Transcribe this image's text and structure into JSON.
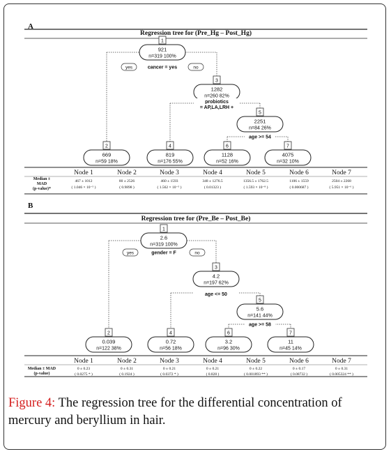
{
  "panels": [
    {
      "letter": "A",
      "title": "Regression tree for (Pre_Hg – Post_Hg)",
      "root": {
        "id": "1",
        "value": "921",
        "stats": "n=319  100%"
      },
      "yes_label": "yes",
      "no_label": "no",
      "split_root": "cancer = yes",
      "internal_3": {
        "id": "3",
        "value": "1282",
        "stats": "n=260  82%"
      },
      "split_3": "probiotics\n= AP,LA,LRH +",
      "internal_5": {
        "id": "5",
        "value": "2251",
        "stats": "n=84  26%"
      },
      "split_5": "age >= 54",
      "leaves": [
        {
          "id": "2",
          "value": "669",
          "stats": "n=59  18%"
        },
        {
          "id": "4",
          "value": "819",
          "stats": "n=176  55%"
        },
        {
          "id": "6",
          "value": "1128",
          "stats": "n=52  16%"
        },
        {
          "id": "7",
          "value": "4075",
          "stats": "n=32  10%"
        }
      ],
      "table": {
        "row_label_1": "Median ±",
        "row_label_2": "MAD",
        "row_label_3": "(p-value)*",
        "nodes": [
          "Node 1",
          "Node 2",
          "Node 3",
          "Node 4",
          "Node 5",
          "Node 6",
          "Node 7"
        ],
        "median": [
          "467 ± 1012",
          "80 ± 2526",
          "460 ± 1593",
          "348 ± 1276.5",
          "1356.5 ± 1762.5",
          "1106 ± 1559",
          "2504 ± 2268"
        ],
        "pvalue": [
          "( 1.046 × 10⁻⁵ )",
          "( 0.9898 )",
          "( 1.562 × 10⁻⁵ )",
          "( 0.01323 )",
          "( 1.593 × 10⁻⁸ )",
          "( 0.000687 )",
          "( 5.951 × 10⁻⁶ )"
        ]
      }
    },
    {
      "letter": "B",
      "title": "Regression tree for (Pre_Be – Post_Be)",
      "root": {
        "id": "1",
        "value": "2.6",
        "stats": "n=319  100%"
      },
      "yes_label": "yes",
      "no_label": "no",
      "split_root": "gender = F",
      "internal_3": {
        "id": "3",
        "value": "4.2",
        "stats": "n=197  62%"
      },
      "split_3": "age <= 50",
      "internal_5": {
        "id": "5",
        "value": "5.6",
        "stats": "n=141  44%"
      },
      "split_5": "age >= 58",
      "leaves": [
        {
          "id": "2",
          "value": "0.039",
          "stats": "n=122  38%"
        },
        {
          "id": "4",
          "value": "0.72",
          "stats": "n=56  18%"
        },
        {
          "id": "6",
          "value": "3.2",
          "stats": "n=96  30%"
        },
        {
          "id": "7",
          "value": "11",
          "stats": "n=45  14%"
        }
      ],
      "table": {
        "row_label_1": "Median ± MAD",
        "row_label_2": "(p-value)",
        "nodes": [
          "Node 1",
          "Node 2",
          "Node 3",
          "Node 4",
          "Node 5",
          "Node 6",
          "Node 7"
        ],
        "median": [
          "0 ± 0.23",
          "0 ± 0.31",
          "0 ± 0.21",
          "0 ± 0.21",
          "0 ± 0.22",
          "0 ± 0.17",
          "0 ± 0.31"
        ],
        "pvalue": [
          "( 0.0275 * )",
          "( 0.1924 )",
          "( 0.0372 * )",
          "( 0.828 )",
          "( 0.001893 ** )",
          "( 0.08732 )",
          "( 0.005324 ** )"
        ]
      }
    }
  ],
  "caption": {
    "label": "Figure 4:",
    "text": " The regression tree for the differential concentration of mercury and beryllium in hair."
  }
}
